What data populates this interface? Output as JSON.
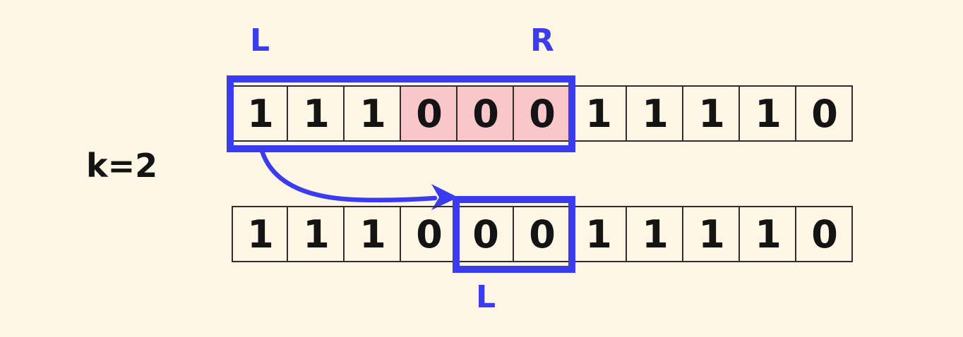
{
  "colors": {
    "background": "#FDF6E4",
    "window_blue": "#3B3BEF",
    "highlight_pink": "#F9C7CA",
    "cell_border": "#2E2E2E",
    "digit_black": "#141414"
  },
  "k_label": "k=2",
  "top_array": {
    "values": [
      "1",
      "1",
      "1",
      "0",
      "0",
      "0",
      "1",
      "1",
      "1",
      "1",
      "0"
    ],
    "highlighted_indices": [
      3,
      4,
      5
    ],
    "window": {
      "start_index": 0,
      "end_index": 5,
      "left_label": "L",
      "right_label": "R"
    }
  },
  "bottom_array": {
    "values": [
      "1",
      "1",
      "1",
      "0",
      "0",
      "0",
      "1",
      "1",
      "1",
      "1",
      "0"
    ],
    "highlighted_indices": [],
    "window": {
      "start_index": 4,
      "end_index": 5,
      "left_label": "L"
    }
  }
}
